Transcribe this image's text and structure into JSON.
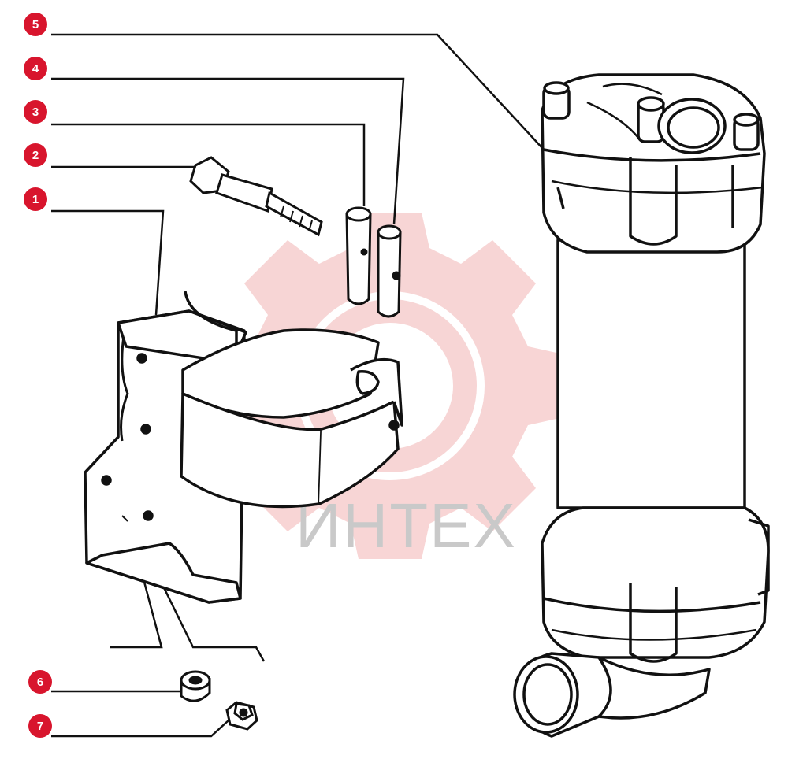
{
  "watermark": {
    "text": "ИНТЕХ",
    "color": "#c9c9c9",
    "gear_color": "#f2b3b3"
  },
  "callout_color": "#d8152d",
  "callouts": [
    {
      "label": "1",
      "part": "bracket"
    },
    {
      "label": "2",
      "part": "bolt"
    },
    {
      "label": "3",
      "part": "pin"
    },
    {
      "label": "4",
      "part": "pin"
    },
    {
      "label": "5",
      "part": "filter-housing"
    },
    {
      "label": "6",
      "part": "washer"
    },
    {
      "label": "7",
      "part": "nut"
    }
  ]
}
